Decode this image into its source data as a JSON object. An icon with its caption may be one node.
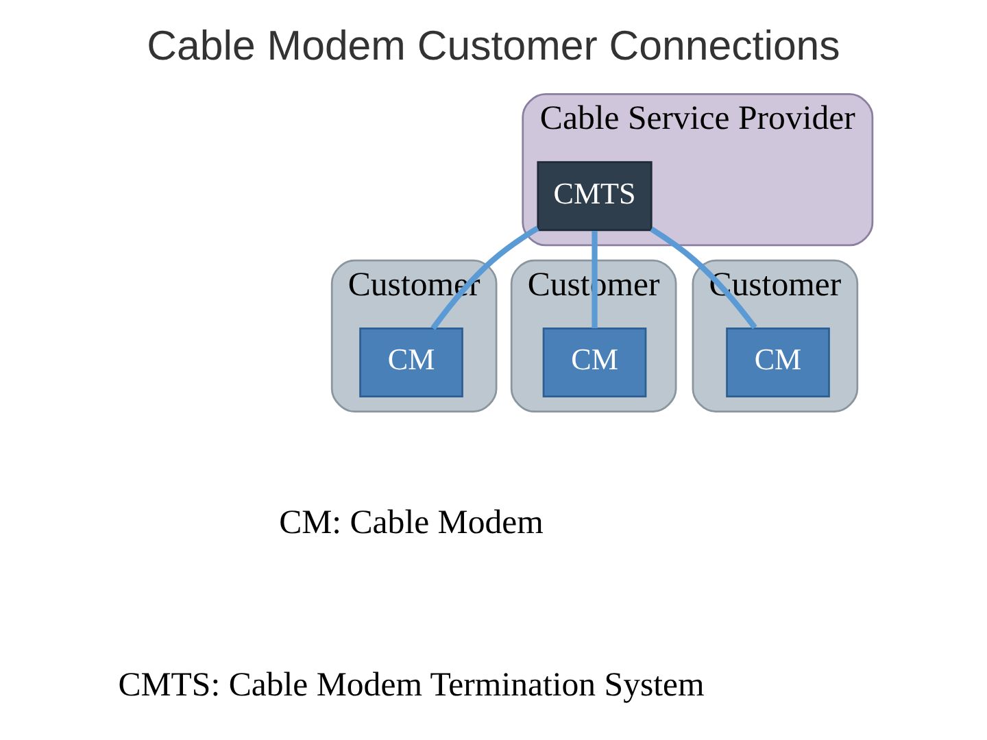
{
  "diagram": {
    "title": "Cable Modem Customer Connections",
    "nodes": [
      {
        "text": [
          "Cable Service Provider"
        ]
      },
      {
        "text": [
          "CMTS"
        ],
        "in": 0
      },
      {
        "text": [
          "Customer"
        ]
      },
      {
        "text": [
          "CM"
        ],
        "in": 2
      },
      {
        "text": [
          "Customer"
        ]
      },
      {
        "text": [
          "CM"
        ],
        "in": 4
      },
      {
        "text": [
          "Customer"
        ]
      },
      {
        "text": [
          "CM"
        ],
        "in": 6
      }
    ],
    "edges": [
      {
        "from": 1,
        "to": 3,
        "arrow": "none"
      },
      {
        "from": 1,
        "to": 5,
        "arrow": "none"
      },
      {
        "from": 1,
        "to": 7,
        "arrow": "none"
      }
    ],
    "labels": [
      "CM: Cable Modem",
      "CMTS: Cable Modem Termination System"
    ]
  }
}
